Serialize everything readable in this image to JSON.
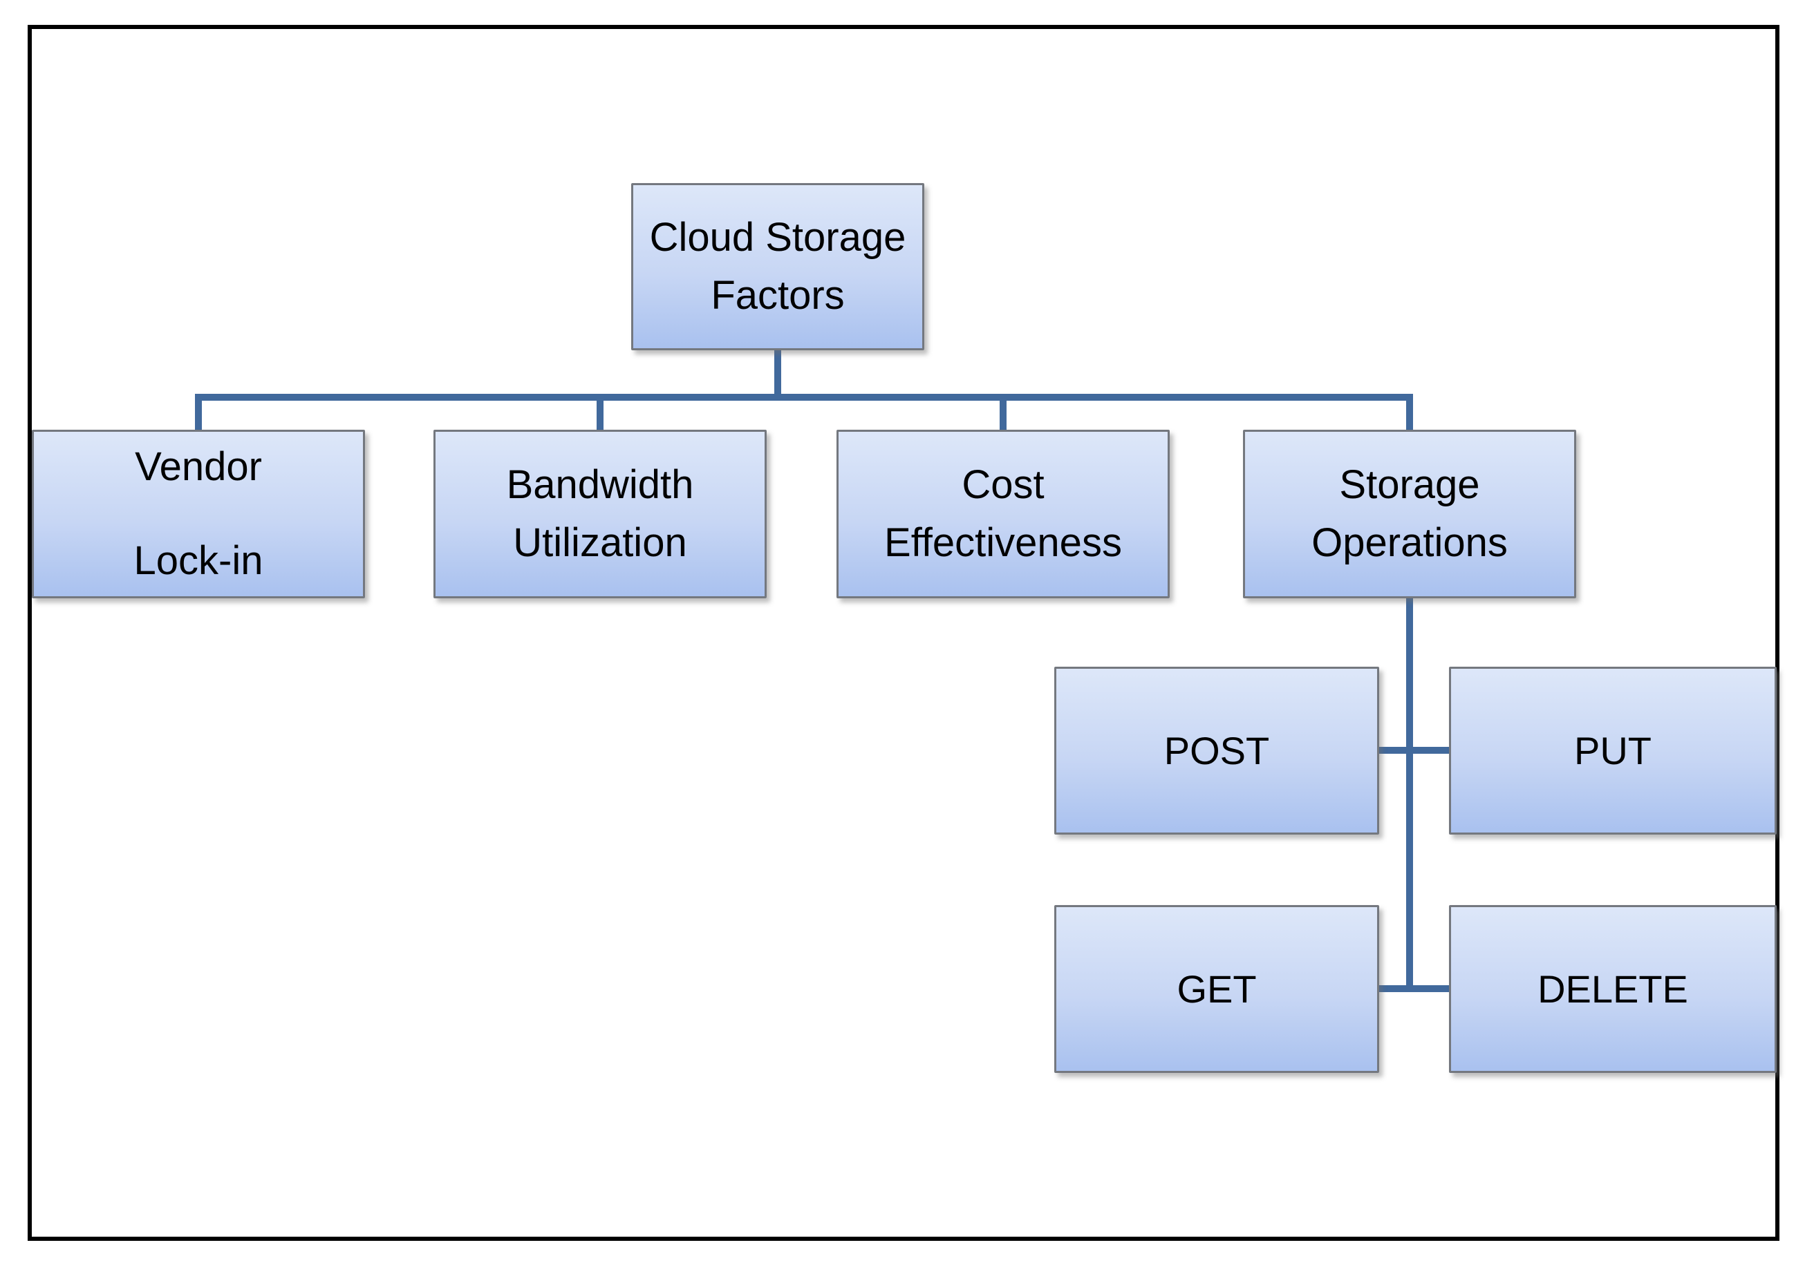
{
  "colors": {
    "background": "#ffffff",
    "box_fill_top": "#dde7f9",
    "box_fill_bottom": "#a9c1ef",
    "box_border": "#74787f",
    "connector": "#41699c",
    "frame": "#000000",
    "text": "#000000"
  },
  "nodes": {
    "root": {
      "label": "Cloud Storage Factors"
    },
    "children": [
      {
        "lines": [
          "Vendor",
          "Lock-in"
        ]
      },
      {
        "label": "Bandwidth Utilization"
      },
      {
        "label": "Cost Effectiveness"
      },
      {
        "label": "Storage Operations"
      }
    ],
    "operations": [
      {
        "label": "POST"
      },
      {
        "label": "PUT"
      },
      {
        "label": "GET"
      },
      {
        "label": "DELETE"
      }
    ]
  }
}
